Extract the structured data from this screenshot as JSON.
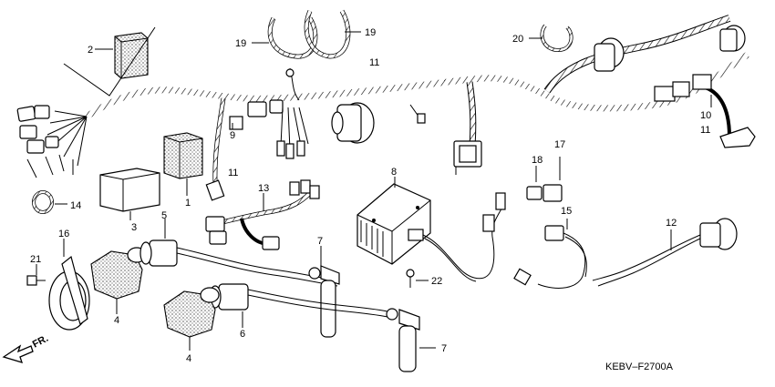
{
  "diagram": {
    "code": "KEBV–F2700A",
    "direction_label": "FR.",
    "callouts": [
      {
        "id": "c2",
        "text": "2"
      },
      {
        "id": "c19a",
        "text": "19"
      },
      {
        "id": "c19b",
        "text": "19"
      },
      {
        "id": "c20",
        "text": "20"
      },
      {
        "id": "c11a",
        "text": "11"
      },
      {
        "id": "c10",
        "text": "10"
      },
      {
        "id": "c11b",
        "text": "11"
      },
      {
        "id": "c9",
        "text": "9"
      },
      {
        "id": "c11c",
        "text": "11"
      },
      {
        "id": "c14",
        "text": "14"
      },
      {
        "id": "c3",
        "text": "3"
      },
      {
        "id": "c1",
        "text": "1"
      },
      {
        "id": "c13",
        "text": "13"
      },
      {
        "id": "c8",
        "text": "8"
      },
      {
        "id": "c18",
        "text": "18"
      },
      {
        "id": "c17",
        "text": "17"
      },
      {
        "id": "c15",
        "text": "15"
      },
      {
        "id": "c12",
        "text": "12"
      },
      {
        "id": "c16",
        "text": "16"
      },
      {
        "id": "c5",
        "text": "5"
      },
      {
        "id": "c7a",
        "text": "7"
      },
      {
        "id": "c21",
        "text": "21"
      },
      {
        "id": "c22",
        "text": "22"
      },
      {
        "id": "c4a",
        "text": "4"
      },
      {
        "id": "c6",
        "text": "6"
      },
      {
        "id": "c4b",
        "text": "4"
      },
      {
        "id": "c7b",
        "text": "7"
      }
    ]
  }
}
